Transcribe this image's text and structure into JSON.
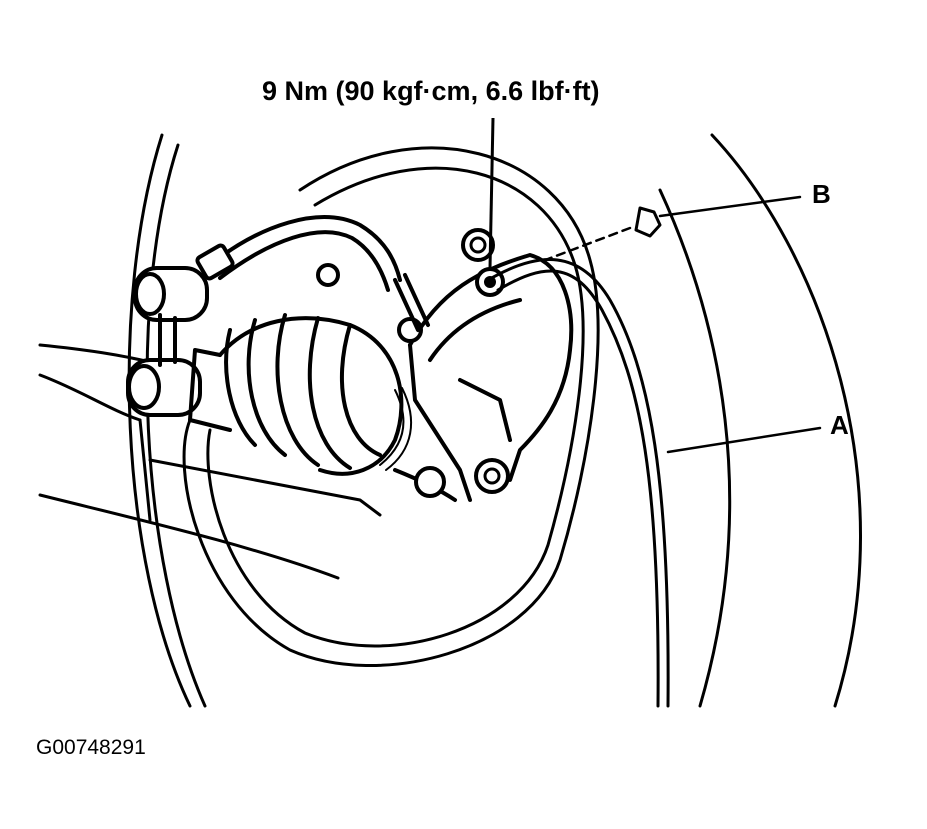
{
  "torque_label": "9 Nm (90 kgf·cm, 6.6 lbf·ft)",
  "callouts": {
    "a": "A",
    "b": "B"
  },
  "figure_id": "G00748291",
  "colors": {
    "ink": "#000000",
    "paper": "#ffffff"
  }
}
